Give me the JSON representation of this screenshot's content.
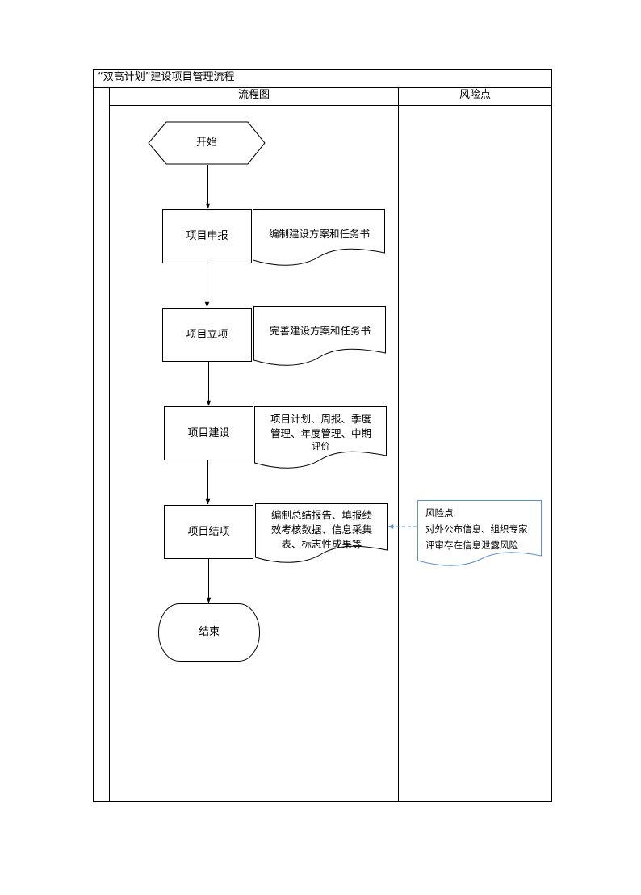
{
  "table": {
    "title": "“双高计划”建设项目管理流程",
    "col_flow": "流程图",
    "col_risk": "风险点"
  },
  "flow": {
    "start": "开始",
    "steps": [
      {
        "label": "项目申报",
        "doc": [
          "编制建设方案和任务书"
        ]
      },
      {
        "label": "项目立项",
        "doc": [
          "完善建设方案和任务书"
        ]
      },
      {
        "label": "项目建设",
        "doc": [
          "项目计划、周报、季度",
          "管理、年度管理、中期",
          "评价"
        ]
      },
      {
        "label": "项目结项",
        "doc": [
          "编制总结报告、填报绩",
          "效考核数据、信息采集",
          "表、标志性成果等"
        ]
      }
    ],
    "end": "结束"
  },
  "risk": {
    "title": "风险点:",
    "lines": [
      "对外公布信息、组织专家",
      "评审存在信息泄露风险"
    ]
  },
  "colors": {
    "risk_border": "#5b8fd1",
    "line": "#000000"
  }
}
